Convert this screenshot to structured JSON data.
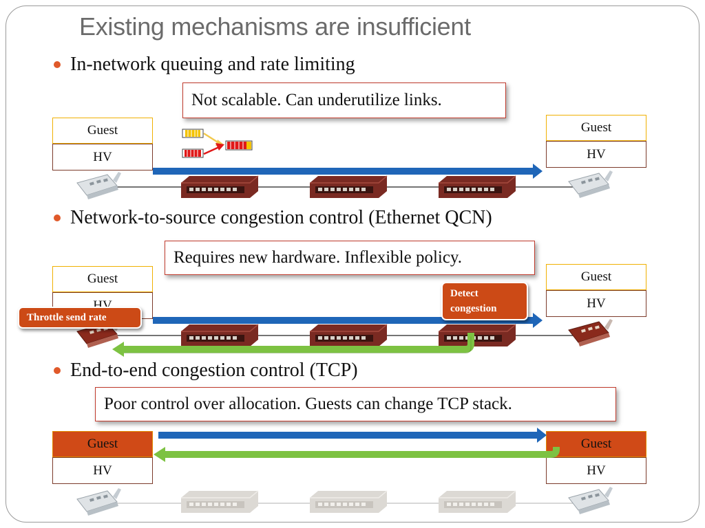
{
  "title": "Existing mechanisms are insufficient",
  "sections": [
    {
      "bullet": "In-network queuing and rate limiting",
      "callout": "Not scalable. Can underutilize links."
    },
    {
      "bullet": "Network-to-source congestion control (Ethernet QCN)",
      "callout": "Requires new hardware. Inflexible policy.",
      "badge_left": "Throttle send rate",
      "badge_right": "Detect congestion"
    },
    {
      "bullet": "End-to-end congestion control (TCP)",
      "callout": "Poor control over allocation. Guests can change TCP stack."
    }
  ],
  "host": {
    "guest_label": "Guest",
    "hv_label": "HV"
  },
  "colors": {
    "accent": "#e0592a",
    "forward_arrow": "#1f66b8",
    "feedback_arrow": "#7dc242",
    "switch": "#7a2a22",
    "badge": "#cc4a16"
  },
  "icons": [
    "nic-card-icon",
    "network-switch-icon",
    "queue-icon"
  ]
}
